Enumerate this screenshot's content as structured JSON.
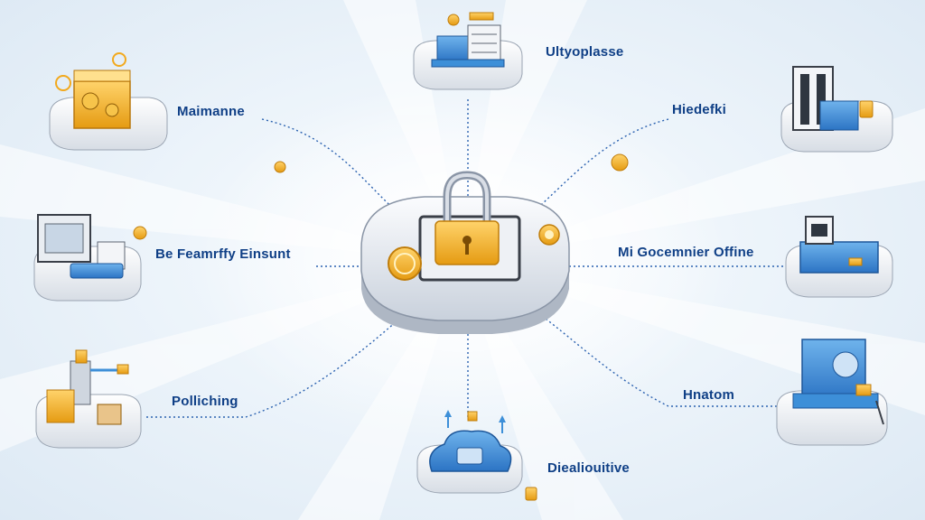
{
  "diagram": {
    "hub": {
      "icon": "padlock-icon"
    },
    "nodes": [
      {
        "id": "maintenance",
        "label": "Maimanne",
        "icon": "cube-gears-icon"
      },
      {
        "id": "ultyoplasse",
        "label": "Ultyoplasse",
        "icon": "server-stack-icon"
      },
      {
        "id": "hiedefki",
        "label": "Hiedefki",
        "icon": "server-tower-icon"
      },
      {
        "id": "feamrify",
        "label": "Be Feamrffy Einsunt",
        "icon": "computer-monitor-icon"
      },
      {
        "id": "gocemnier",
        "label": "Mi Gocemnier Offine",
        "icon": "hardware-module-icon"
      },
      {
        "id": "polliching",
        "label": "Polliching",
        "icon": "factory-robot-icon"
      },
      {
        "id": "hnatom",
        "label": "Hnatom",
        "icon": "machine-panel-icon"
      },
      {
        "id": "diealiouitive",
        "label": "Diealiouitive",
        "icon": "cloud-chip-icon"
      }
    ],
    "colors": {
      "accent": "#f5b12a",
      "accent_dark": "#d68a0c",
      "blue": "#3d8fd8",
      "label": "#0f3f86",
      "connector": "#2b62b0"
    }
  }
}
